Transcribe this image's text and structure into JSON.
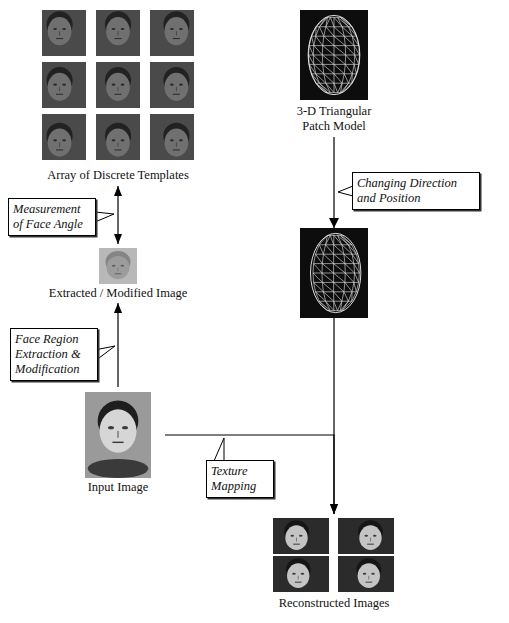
{
  "diagram": {
    "nodes": [
      {
        "text": [
          "Array of Discrete Templates"
        ]
      },
      {
        "text": [
          "3-D Triangular Patch Model"
        ]
      },
      {
        "text": [
          "Measurement of Face Angle"
        ]
      },
      {
        "text": [
          "Changing Direction and Position"
        ]
      },
      {
        "text": [
          "Extracted / Modified Image"
        ]
      },
      {
        "text": [
          "Face Region Extraction & Modification"
        ]
      },
      {
        "text": [
          "Input Image"
        ]
      },
      {
        "text": [
          "Texture Mapping"
        ]
      },
      {
        "text": [
          "Reconstructed Images"
        ]
      }
    ],
    "edges": [
      {
        "from": 0,
        "to": 4,
        "arrow": "both"
      },
      {
        "from": 6,
        "to": 4,
        "arrow": "to"
      },
      {
        "from": 1,
        "to": 8,
        "arrow": "to"
      },
      {
        "from": 6,
        "to": 8,
        "arrow": "to"
      }
    ]
  }
}
